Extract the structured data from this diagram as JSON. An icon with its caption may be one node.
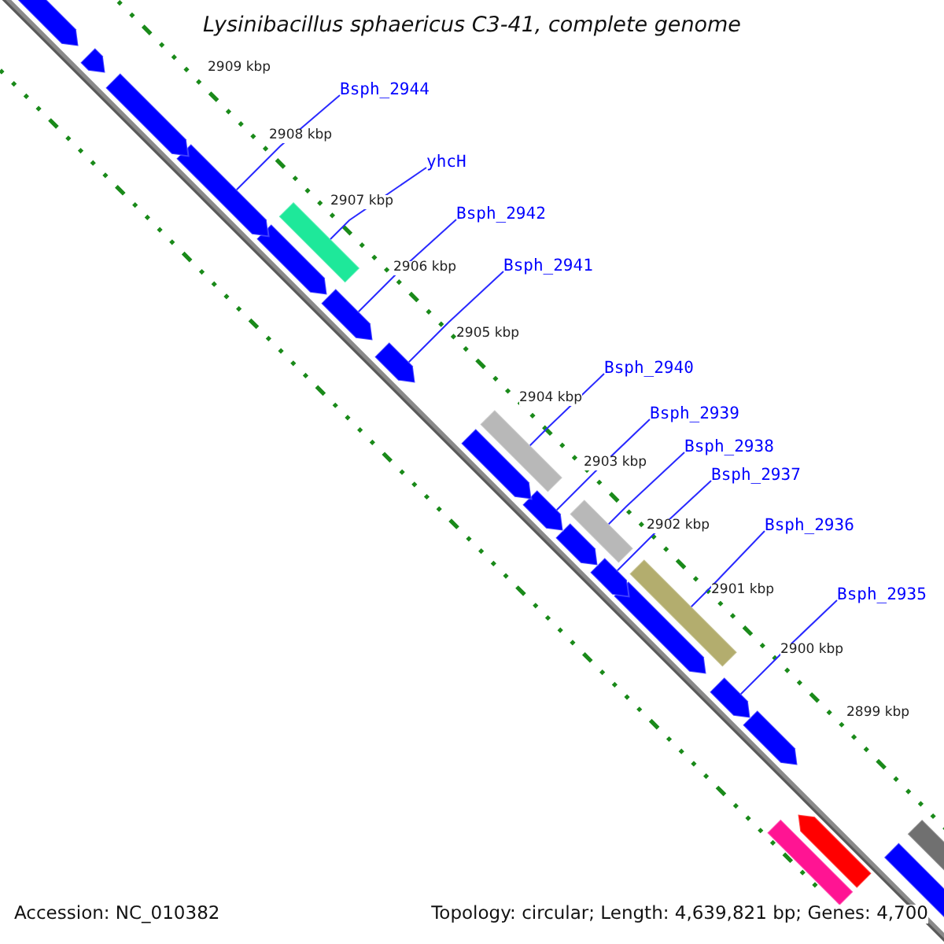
{
  "diagram": {
    "title": "Lysinibacillus sphaericus C3-41, complete genome",
    "nodes": [
      {
        "text": [],
        "shape": "arrow"
      },
      {
        "text": [],
        "shape": "arrow"
      },
      {
        "text": [],
        "shape": "arrow"
      },
      {
        "text": [],
        "shape": "arrow"
      },
      {
        "text": [],
        "shape": "bar"
      },
      {
        "text": [],
        "shape": "arrow"
      },
      {
        "text": [],
        "shape": "arrow"
      },
      {
        "text": [],
        "shape": "arrow"
      },
      {
        "text": [],
        "shape": "bar"
      },
      {
        "text": [],
        "shape": "arrow"
      },
      {
        "text": [],
        "shape": "arrow"
      },
      {
        "text": [],
        "shape": "bar"
      },
      {
        "text": [],
        "shape": "arrow"
      },
      {
        "text": [],
        "shape": "arrow"
      },
      {
        "text": [],
        "shape": "bar"
      },
      {
        "text": [],
        "shape": "arrow"
      },
      {
        "text": [],
        "shape": "arrow"
      },
      {
        "text": [],
        "shape": "arrow"
      },
      {
        "text": [],
        "shape": "arrow"
      },
      {
        "text": [],
        "shape": "bar"
      },
      {
        "text": [],
        "shape": "bar"
      },
      {
        "text": [],
        "shape": "arrow"
      },
      {
        "text": [
          "Bsph_2944"
        ]
      },
      {
        "text": [
          "yhcH"
        ]
      },
      {
        "text": [
          "Bsph_2942"
        ]
      },
      {
        "text": [
          "Bsph_2941"
        ]
      },
      {
        "text": [
          "Bsph_2940"
        ]
      },
      {
        "text": [
          "Bsph_2939"
        ]
      },
      {
        "text": [
          "Bsph_2938"
        ]
      },
      {
        "text": [
          "Bsph_2937"
        ]
      },
      {
        "text": [
          "Bsph_2936"
        ]
      },
      {
        "text": [
          "Bsph_2935"
        ]
      }
    ],
    "edges": [
      {
        "from": 22,
        "to": 3,
        "arrow": "none"
      },
      {
        "from": 23,
        "to": 4,
        "arrow": "none"
      },
      {
        "from": 24,
        "to": 6,
        "arrow": "none"
      },
      {
        "from": 25,
        "to": 7,
        "arrow": "none"
      },
      {
        "from": 26,
        "to": 8,
        "arrow": "none"
      },
      {
        "from": 27,
        "to": 10,
        "arrow": "none"
      },
      {
        "from": 28,
        "to": 11,
        "arrow": "none"
      },
      {
        "from": 29,
        "to": 13,
        "arrow": "none"
      },
      {
        "from": 30,
        "to": 14,
        "arrow": "none"
      },
      {
        "from": 31,
        "to": 16,
        "arrow": "none"
      }
    ],
    "labels": [
      "2909 kbp",
      "2908 kbp",
      "2907 kbp",
      "2906 kbp",
      "2905 kbp",
      "2904 kbp",
      "2903 kbp",
      "2902 kbp",
      "2901 kbp",
      "2900 kbp",
      "2899 kbp",
      "Accession: NC_010382",
      "Topology: circular; Length: 4,639,821 bp; Genes: 4,700"
    ]
  }
}
